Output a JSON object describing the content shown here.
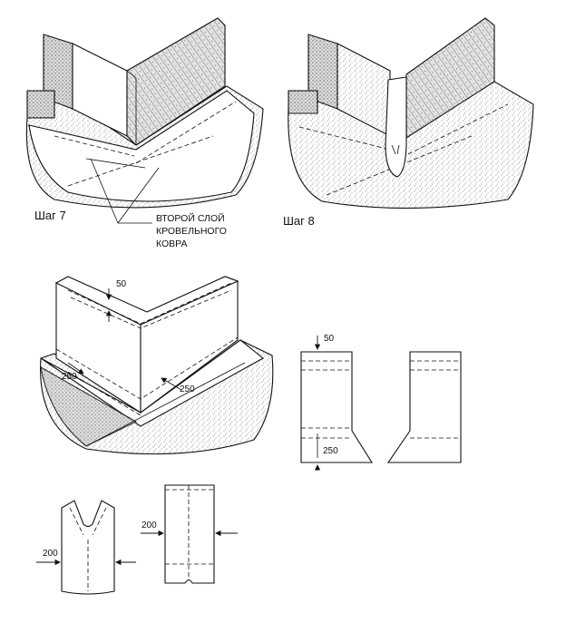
{
  "steps": {
    "step7_label": "Шаг 7",
    "step8_label": "Шаг 8"
  },
  "callout": {
    "line1": "ВТОРОЙ СЛОЙ",
    "line2": "КРОВЕЛЬНОГО",
    "line3": "КОВРА"
  },
  "dimensions": {
    "iso_top": "50",
    "iso_left": "250",
    "iso_right": "250",
    "strip_top": "50",
    "strip_bottom": "250",
    "vpiece_width": "200",
    "flat_width": "200"
  }
}
